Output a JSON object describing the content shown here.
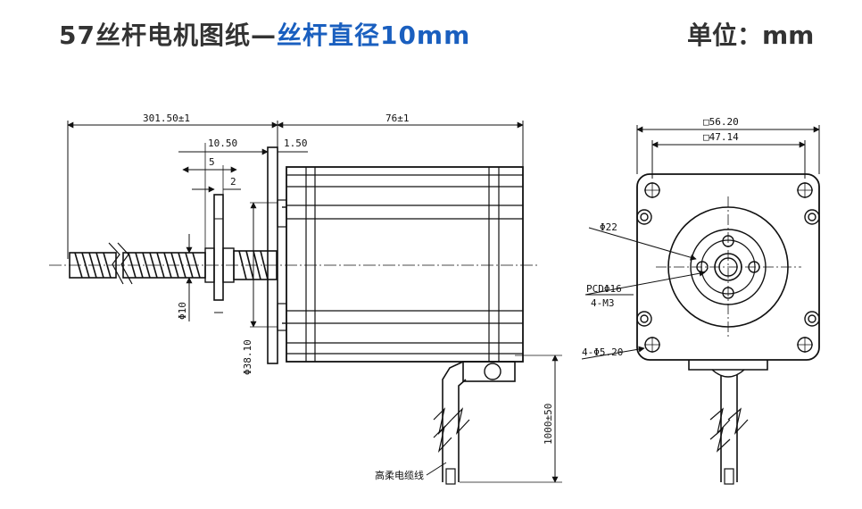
{
  "header": {
    "title_main": "57丝杆电机图纸—",
    "title_highlight": "丝杆直径10mm",
    "unit": "单位：mm",
    "colors": {
      "title": "#333333",
      "highlight": "#1a5fbf"
    }
  },
  "side_view": {
    "dim_total_screw": "301.50±1",
    "dim_body": "76±1",
    "dim_nut_width": "10.50",
    "dim_flange_thk": "1.50",
    "dim_5": "5",
    "dim_2": "2",
    "dim_screw_dia": "Φ10",
    "dim_boss_dia": "Φ38.10",
    "dim_cable": "1000±50",
    "cable_label": "高柔电缆线"
  },
  "front_view": {
    "dim_outer": "□56.20",
    "dim_holes": "□47.14",
    "dim_boss": "Φ22",
    "dim_pcd": "PCDΦ16",
    "dim_m3": "4-M3",
    "dim_mount_holes": "4-Φ5.20"
  }
}
